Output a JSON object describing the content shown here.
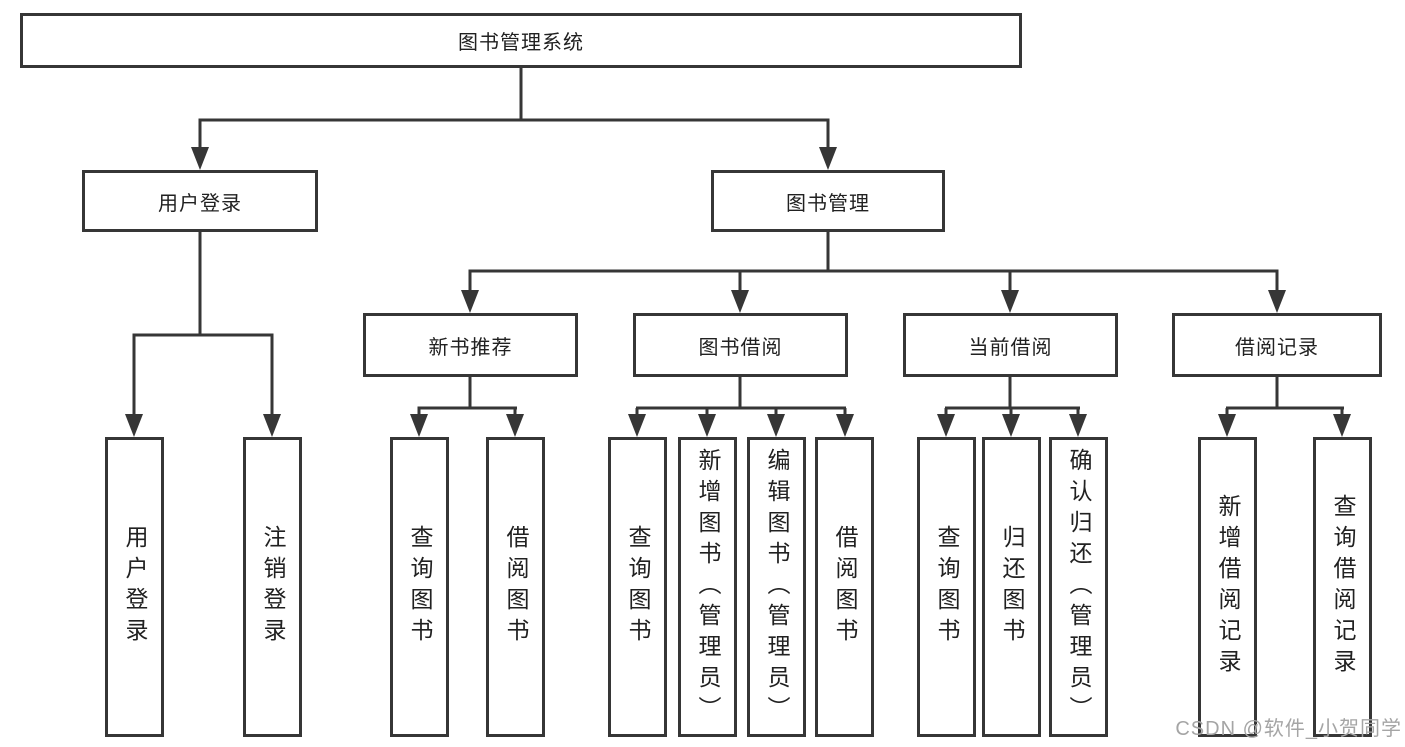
{
  "diagram": {
    "title_node": {
      "label": "图书管理系统"
    },
    "level2": [
      {
        "label": "用户登录"
      },
      {
        "label": "图书管理"
      }
    ],
    "level3": [
      {
        "label": "新书推荐"
      },
      {
        "label": "图书借阅"
      },
      {
        "label": "当前借阅"
      },
      {
        "label": "借阅记录"
      }
    ],
    "leaves": [
      {
        "label": "用户登录"
      },
      {
        "label": "注销登录"
      },
      {
        "label": "查询图书"
      },
      {
        "label": "借阅图书"
      },
      {
        "label": "查询图书"
      },
      {
        "label": "新增图书（管理员）"
      },
      {
        "label": "编辑图书（管理员）"
      },
      {
        "label": "借阅图书"
      },
      {
        "label": "查询图书"
      },
      {
        "label": "归还图书"
      },
      {
        "label": "确认归还（管理员）"
      },
      {
        "label": "新增借阅记录"
      },
      {
        "label": "查询借阅记录"
      }
    ]
  },
  "watermark": {
    "text": "CSDN @软件_小贺同学"
  },
  "colors": {
    "line": "#363636",
    "text": "#212121",
    "watermark": "#a5a5a5",
    "background": "#ffffff"
  }
}
